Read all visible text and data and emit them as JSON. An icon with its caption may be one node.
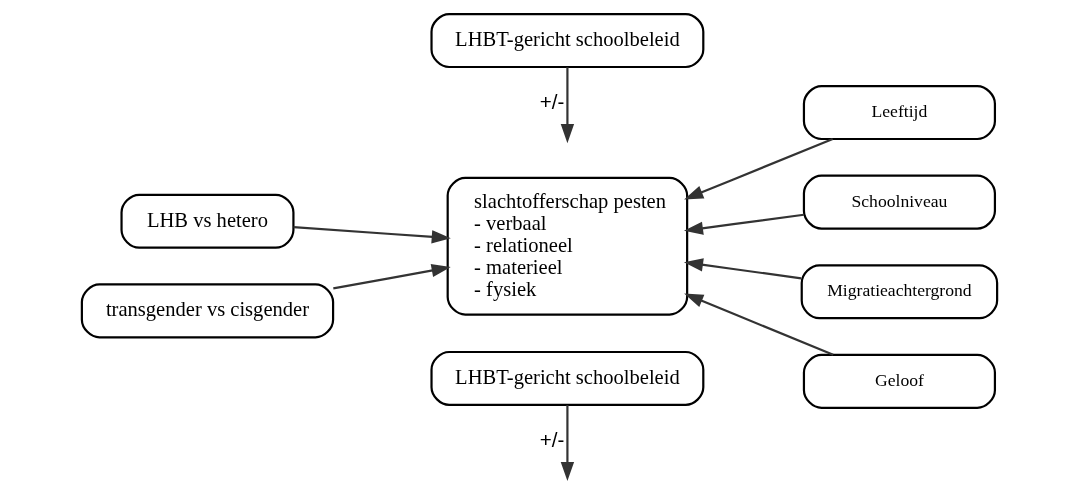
{
  "diagram": {
    "nodes": [
      {
        "text": [
          "LHBT-gericht schoolbeleid"
        ]
      },
      {
        "text": [
          "LHB vs hetero"
        ]
      },
      {
        "text": [
          "slachtofferschap pesten",
          "- verbaal",
          "- relationeel",
          "- materieel",
          "- fysiek"
        ]
      },
      {
        "text": [
          "Leeftijd"
        ]
      },
      {
        "text": [
          "Schoolniveau"
        ]
      },
      {
        "text": [
          "Migratieachtergrond"
        ]
      },
      {
        "text": [
          "Geloof"
        ]
      },
      {
        "text": [
          "transgender vs cisgender"
        ]
      },
      {
        "text": [
          "LHBT-gericht schoolbeleid"
        ]
      }
    ],
    "edges": [
      {
        "from": 0,
        "to": null,
        "arrow": "to",
        "label": "+/-"
      },
      {
        "from": 1,
        "to": 2,
        "arrow": "to"
      },
      {
        "from": 3,
        "to": 2,
        "arrow": "to"
      },
      {
        "from": 4,
        "to": 2,
        "arrow": "to"
      },
      {
        "from": 5,
        "to": 2,
        "arrow": "to"
      },
      {
        "from": 6,
        "to": 2,
        "arrow": "to"
      },
      {
        "from": 7,
        "to": 2,
        "arrow": "to"
      },
      {
        "from": 8,
        "to": null,
        "arrow": "to",
        "label": "+/-"
      }
    ]
  }
}
